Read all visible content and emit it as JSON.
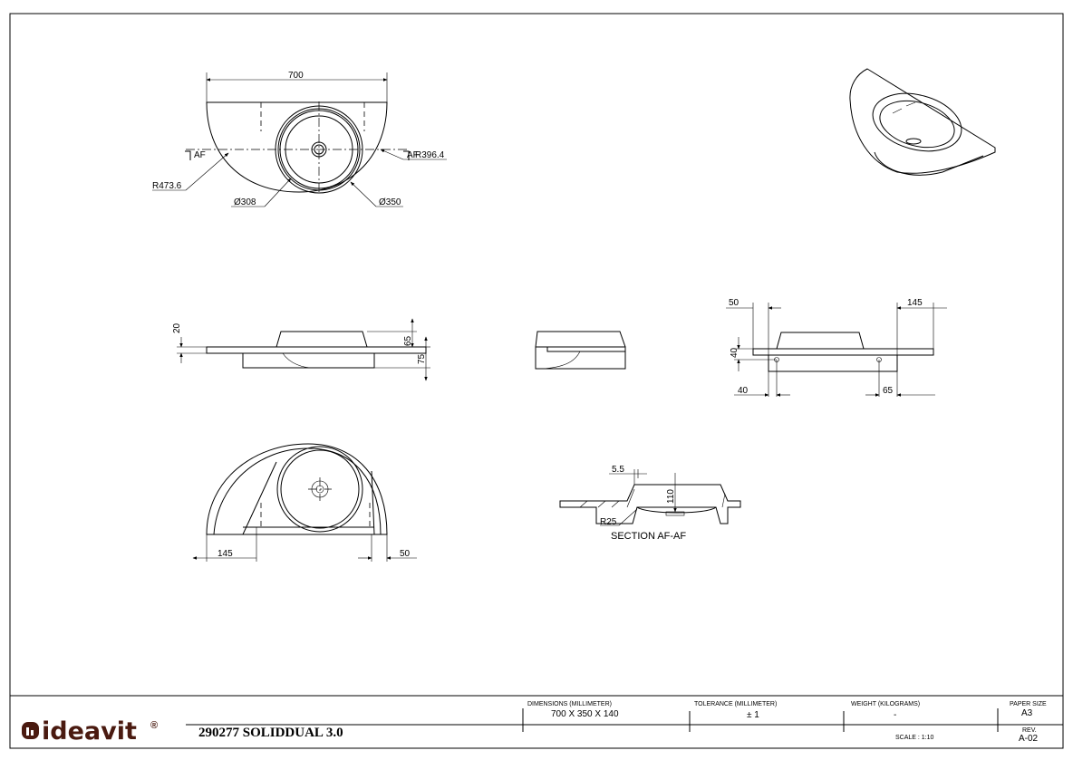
{
  "drawing": {
    "top_view": {
      "width": "700",
      "r_left": "R473.6",
      "r_right": "R396.4",
      "dia_inner": "Ø308",
      "dia_outer": "Ø350",
      "section_mark": "AF"
    },
    "side_view": {
      "plate": "20",
      "basin": "65",
      "total": "75"
    },
    "front_view": {
      "left_offset": "50",
      "right_offset": "145",
      "hole_height": "40",
      "hole_left": "40",
      "hole_right": "65"
    },
    "bottom_view": {
      "left": "145",
      "right": "50"
    },
    "section": {
      "rim": "5.5",
      "depth": "110",
      "radius": "R25",
      "title": "SECTION AF-AF"
    }
  },
  "title_block": {
    "logo": "ideavit",
    "logo_mark": "®",
    "product": "290277 SOLIDDUAL 3.0",
    "dimensions_label": "DIMENSIONS (MILLIMETER)",
    "dimensions_value": "700 X 350 X 140",
    "tolerance_label": "TOLERANCE (MILLIMETER)",
    "tolerance_value": "± 1",
    "weight_label": "WEIGHT (KILOGRAMS)",
    "weight_value": "-",
    "paper_label": "PAPER SIZE",
    "paper_value": "A3",
    "scale": "SCALE : 1:10",
    "rev_label": "REV.",
    "rev_value": "A-02"
  },
  "colors": {
    "logo": "#4a1a10",
    "line": "#000000"
  }
}
